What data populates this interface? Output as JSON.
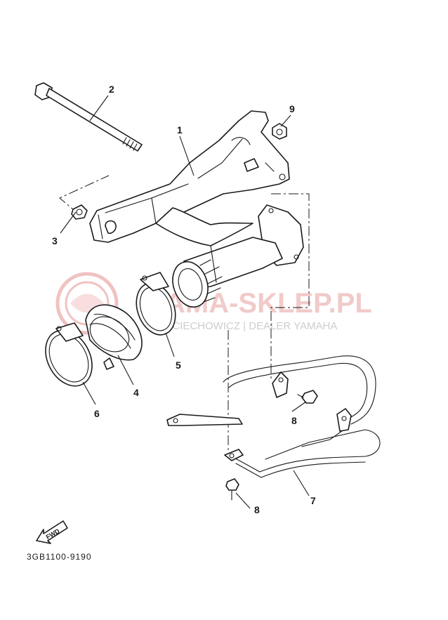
{
  "callouts": [
    {
      "id": "c1",
      "label": "1"
    },
    {
      "id": "c2",
      "label": "2"
    },
    {
      "id": "c3",
      "label": "3"
    },
    {
      "id": "c4",
      "label": "4"
    },
    {
      "id": "c5",
      "label": "5"
    },
    {
      "id": "c6",
      "label": "6"
    },
    {
      "id": "c7",
      "label": "7"
    },
    {
      "id": "c8a",
      "label": "8"
    },
    {
      "id": "c8b",
      "label": "8"
    },
    {
      "id": "c9",
      "label": "9"
    }
  ],
  "watermark": {
    "main": "YAMA-SKLEP.PL",
    "sub": "WOJCIECHOWICZ | DEALER YAMAHA",
    "color": "#e6a0a0"
  },
  "direction_badge": "FWD",
  "diagram_code": "3GB1100-9190"
}
